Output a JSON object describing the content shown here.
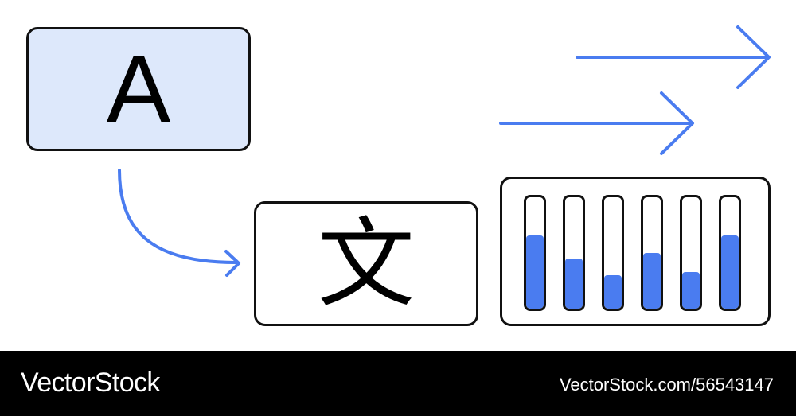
{
  "colors": {
    "accent": "#4A7CF0",
    "source_fill": "#DDE8FB",
    "stroke": "#111111",
    "footer_background": "#000000",
    "footer_text": "#FFFFFF"
  },
  "source_box": {
    "glyph": "A"
  },
  "target_box": {
    "glyph": "文"
  },
  "level_meter": {
    "fill_fractions": [
      0.66,
      0.45,
      0.3,
      0.5,
      0.33,
      0.66
    ]
  },
  "icons": {
    "convert_arrow": "curved-arrow-icon",
    "forward_arrows": [
      "arrow-right-icon",
      "arrow-right-icon"
    ]
  },
  "footer": {
    "brand": "VectorStock",
    "stock_id": "VectorStock.com/56543147"
  }
}
